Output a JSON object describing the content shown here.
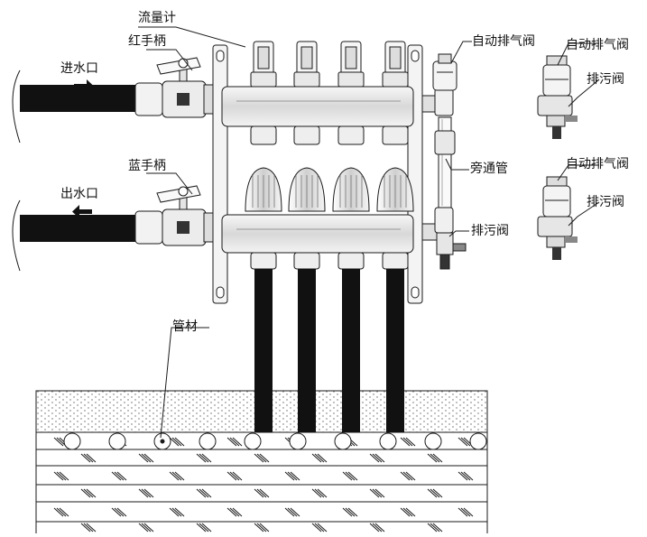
{
  "labels": {
    "flow_meter": "流量计",
    "red_handle": "红手柄",
    "inlet": "进水口",
    "blue_handle": "蓝手柄",
    "outlet": "出水口",
    "auto_vent_main": "自动排气阀",
    "auto_vent_detail_top": "自动排气阀",
    "drain_valve_detail_top": "排污阀",
    "bypass_pipe": "旁通管",
    "auto_vent_detail_bottom": "自动排气阀",
    "drain_valve_detail_bottom": "排污阀",
    "drain_valve_main": "排污阀",
    "pipe_material": "管材"
  },
  "colors": {
    "line": "#1a1a1a",
    "pipe": "#111111",
    "metal": "#e9e9e9",
    "metal_dark": "#bdbdbd",
    "red_arrow": "#1a1a1a"
  }
}
